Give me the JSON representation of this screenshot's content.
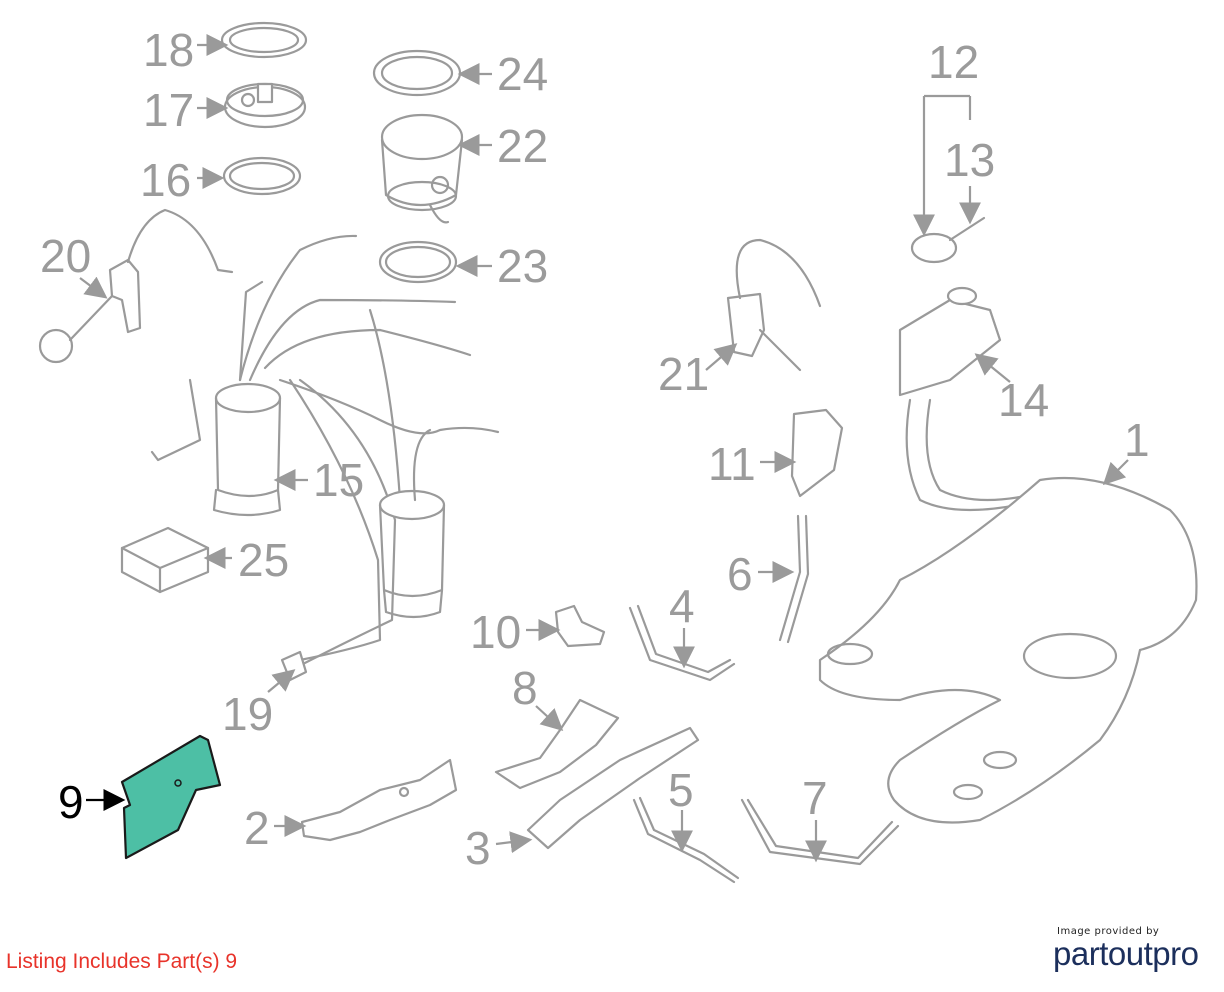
{
  "listing_text": "Listing Includes Part(s) 9",
  "credit": {
    "small_text": "Image provided by",
    "brand_part1": "part",
    "brand_part2": "out",
    "brand_part3": "pro"
  },
  "highlight_color": "#4dbfa5",
  "listing_color": "#e8332a",
  "callouts": {
    "c1": "1",
    "c2": "2",
    "c3": "3",
    "c4": "4",
    "c5": "5",
    "c6": "6",
    "c7": "7",
    "c8": "8",
    "c9": "9",
    "c10": "10",
    "c11": "11",
    "c12": "12",
    "c13": "13",
    "c14": "14",
    "c15": "15",
    "c16": "16",
    "c17": "17",
    "c18": "18",
    "c19": "19",
    "c20": "20",
    "c21": "21",
    "c22": "22",
    "c23": "23",
    "c24": "24",
    "c25": "25"
  }
}
